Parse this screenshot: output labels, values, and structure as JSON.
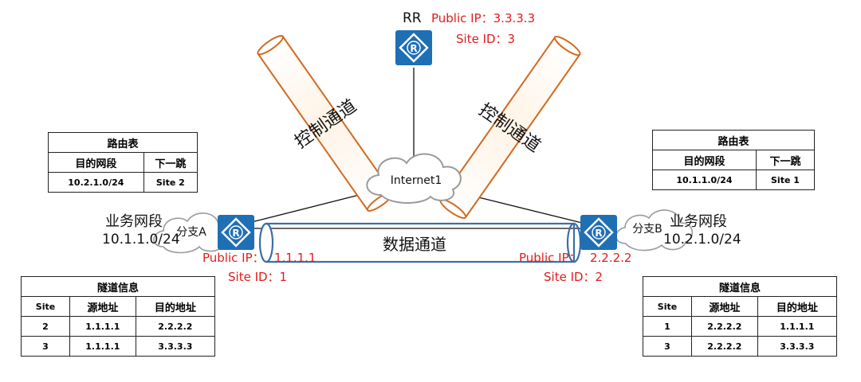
{
  "rr": {
    "name": "RR",
    "public_ip": "Public IP：3.3.3.3",
    "site_id": "Site ID：3"
  },
  "branch_a": {
    "label": "分支A",
    "segment_title": "业务网段",
    "segment": "10.1.1.0/24",
    "public_ip_prefix": "Public IP：",
    "public_ip_value": "1.1.1.1",
    "site_id": "Site ID：1"
  },
  "branch_b": {
    "label": "分支B",
    "segment_title": "业务网段",
    "segment": "10.2.1.0/24",
    "public_ip_prefix": "Public IP：",
    "public_ip_value": "2.2.2.2",
    "site_id": "Site ID：2"
  },
  "internet": {
    "label": "Internet1"
  },
  "tunnels": {
    "control_left": "控制通道",
    "control_right": "控制通道",
    "data": "数据通道"
  },
  "route_table_a": {
    "title": "路由表",
    "headers": [
      "目的网段",
      "下一跳"
    ],
    "rows": [
      [
        "10.2.1.0/24",
        "Site 2"
      ]
    ]
  },
  "route_table_b": {
    "title": "路由表",
    "headers": [
      "目的网段",
      "下一跳"
    ],
    "rows": [
      [
        "10.1.1.0/24",
        "Site 1"
      ]
    ]
  },
  "tunnel_table_a": {
    "title": "隧道信息",
    "headers": [
      "Site",
      "源地址",
      "目的地址"
    ],
    "rows": [
      [
        "2",
        "1.1.1.1",
        "2.2.2.2"
      ],
      [
        "3",
        "1.1.1.1",
        "3.3.3.3"
      ]
    ]
  },
  "tunnel_table_b": {
    "title": "隧道信息",
    "headers": [
      "Site",
      "源地址",
      "目的地址"
    ],
    "rows": [
      [
        "1",
        "2.2.2.2",
        "1.1.1.1"
      ],
      [
        "3",
        "2.2.2.2",
        "3.3.3.3"
      ]
    ]
  },
  "colors": {
    "router_blue": "#1f6fb5",
    "tunnel_orange": "#d2691e",
    "data_tunnel_blue": "#3a6fa8",
    "ip_red": "#e31b1b"
  }
}
